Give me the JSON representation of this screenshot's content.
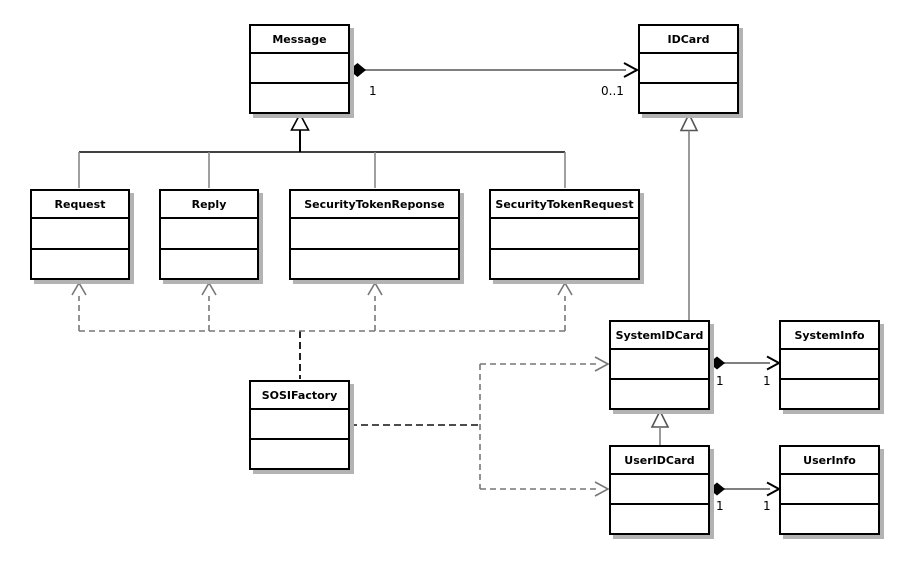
{
  "diagram": {
    "kind": "uml-class-diagram",
    "classes": [
      {
        "name": "Message"
      },
      {
        "name": "IDCard"
      },
      {
        "name": "Request"
      },
      {
        "name": "Reply"
      },
      {
        "name": "SecurityTokenReponse"
      },
      {
        "name": "SecurityTokenRequest"
      },
      {
        "name": "SOSIFactory"
      },
      {
        "name": "SystemIDCard"
      },
      {
        "name": "SystemInfo"
      },
      {
        "name": "UserIDCard"
      },
      {
        "name": "UserInfo"
      }
    ],
    "relationships": [
      {
        "type": "composition",
        "from": "Message",
        "to": "IDCard",
        "from_multiplicity": "1",
        "to_multiplicity": "0..1"
      },
      {
        "type": "generalization",
        "from": "Request",
        "to": "Message"
      },
      {
        "type": "generalization",
        "from": "Reply",
        "to": "Message"
      },
      {
        "type": "generalization",
        "from": "SecurityTokenReponse",
        "to": "Message"
      },
      {
        "type": "generalization",
        "from": "SecurityTokenRequest",
        "to": "Message"
      },
      {
        "type": "generalization",
        "from": "SystemIDCard",
        "to": "IDCard"
      },
      {
        "type": "generalization",
        "from": "UserIDCard",
        "to": "SystemIDCard"
      },
      {
        "type": "composition",
        "from": "SystemIDCard",
        "to": "SystemInfo",
        "from_multiplicity": "1",
        "to_multiplicity": "1"
      },
      {
        "type": "composition",
        "from": "UserIDCard",
        "to": "UserInfo",
        "from_multiplicity": "1",
        "to_multiplicity": "1"
      },
      {
        "type": "dependency",
        "from": "SOSIFactory",
        "to": "Request"
      },
      {
        "type": "dependency",
        "from": "SOSIFactory",
        "to": "Reply"
      },
      {
        "type": "dependency",
        "from": "SOSIFactory",
        "to": "SecurityTokenReponse"
      },
      {
        "type": "dependency",
        "from": "SOSIFactory",
        "to": "SecurityTokenRequest"
      },
      {
        "type": "dependency",
        "from": "SOSIFactory",
        "to": "SystemIDCard"
      },
      {
        "type": "dependency",
        "from": "SOSIFactory",
        "to": "UserIDCard"
      }
    ],
    "colors": {
      "background": "#ffffff",
      "box_border": "#000000",
      "box_fill": "#ffffff",
      "shadow": "#b3b3b3",
      "line_gray": "#808080",
      "dashed_gray": "#777777",
      "line_black": "#000000"
    }
  }
}
